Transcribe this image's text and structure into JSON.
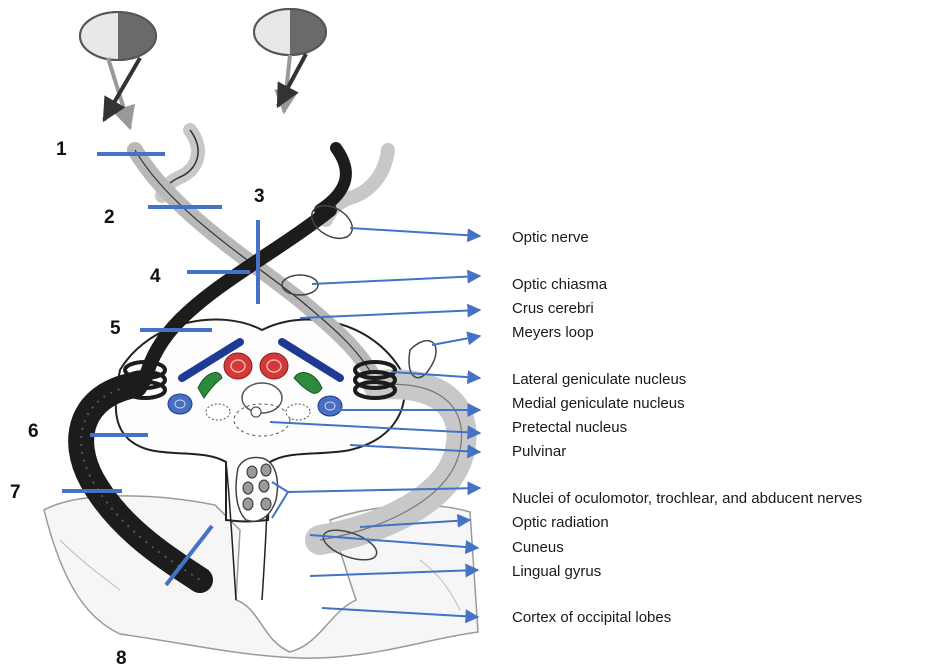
{
  "numbers": [
    "1",
    "2",
    "3",
    "4",
    "5",
    "6",
    "7",
    "8"
  ],
  "labels": [
    "Optic nerve",
    "Optic chiasma",
    "Crus cerebri",
    "Meyers loop",
    "Lateral geniculate nucleus",
    "Medial geniculate nucleus",
    "Pretectal nucleus",
    "Pulvinar",
    "Nuclei of oculomotor, trochlear, and abducent nerves",
    "Optic radiation",
    "Cuneus",
    "Lingual gyrus",
    "Cortex of occipital lobes"
  ],
  "colors": {
    "pointer_arrow": "#4472c4",
    "level_marker": "#4472c4",
    "tract_dark": "#1c1c1c",
    "tract_light": "#b8b8b8",
    "superior_colliculus": "#d23a3a",
    "pretectal_green": "#2e8b3e",
    "medial_geniculate": "#4a6fc0",
    "brachium": "#1f3a93"
  }
}
